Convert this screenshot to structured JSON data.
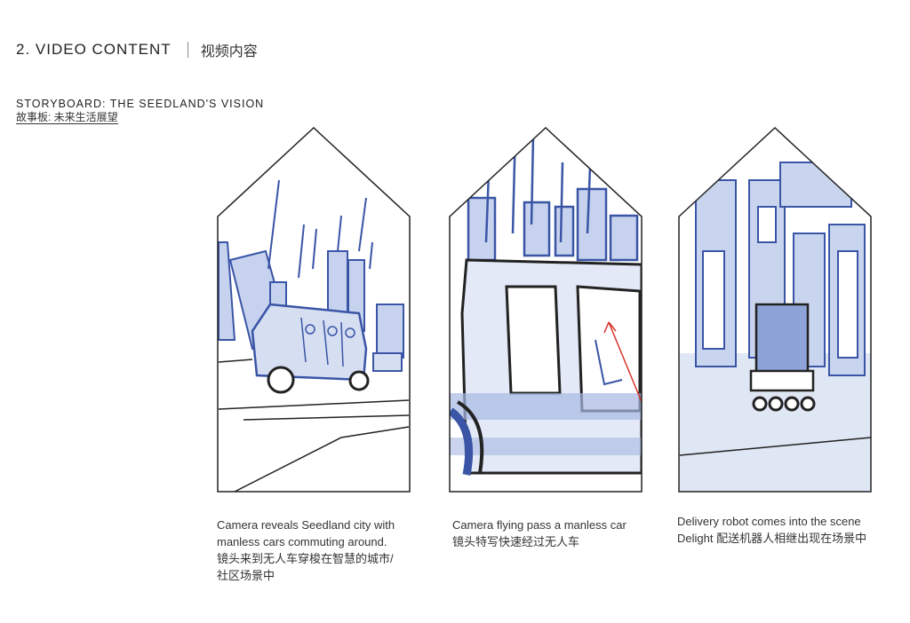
{
  "header": {
    "section_title": "2. VIDEO CONTENT",
    "section_subtitle": "视频内容"
  },
  "storyboard": {
    "title": "STORYBOARD: THE SEEDLAND'S VISION",
    "subtitle": "故事板: 未来生活展望"
  },
  "panels": [
    {
      "caption_lines": [
        "Camera reveals Seedland city with",
        "manless cars commuting around.",
        "镜头来到无人车穿梭在智慧的城市/",
        "社区场景中"
      ]
    },
    {
      "caption_lines": [
        "Camera flying pass a manless car",
        "镜头特写快速经过无人车"
      ]
    },
    {
      "caption_lines": [
        "Delivery robot comes into the scene",
        "Delight 配送机器人相继出现在场景中"
      ]
    }
  ],
  "colors": {
    "sketch_blue": "#3a55a6",
    "wash_blue": "#8ea4d8",
    "arrow_red": "#d9352b",
    "ink": "#222222"
  }
}
